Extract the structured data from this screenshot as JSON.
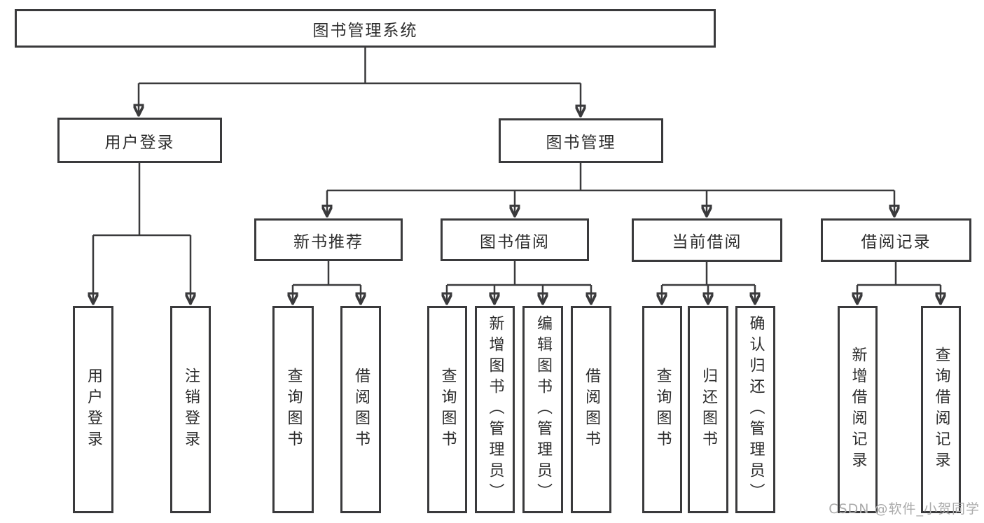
{
  "tree": {
    "label": "图书管理系统",
    "children": [
      {
        "label": "用户登录",
        "children": [
          {
            "label": "用户登录"
          },
          {
            "label": "注销登录"
          }
        ]
      },
      {
        "label": "图书管理",
        "children": [
          {
            "label": "新书推荐",
            "children": [
              {
                "label": "查询图书"
              },
              {
                "label": "借阅图书"
              }
            ]
          },
          {
            "label": "图书借阅",
            "children": [
              {
                "label": "查询图书"
              },
              {
                "label": "新增图书（管理员）"
              },
              {
                "label": "编辑图书（管理员）"
              },
              {
                "label": "借阅图书"
              }
            ]
          },
          {
            "label": "当前借阅",
            "children": [
              {
                "label": "查询图书"
              },
              {
                "label": "归还图书"
              },
              {
                "label": "确认归还（管理员）"
              }
            ]
          },
          {
            "label": "借阅记录",
            "children": [
              {
                "label": "新增借阅记录"
              },
              {
                "label": "查询借阅记录"
              }
            ]
          }
        ]
      }
    ]
  },
  "watermark": "CSDN @软件_小贺同学",
  "colors": {
    "line": "#3a3a3c",
    "box_border": "#3a3a3c",
    "text": "#2d2d2d",
    "watermark": "#ababab",
    "background": "#ffffff"
  }
}
